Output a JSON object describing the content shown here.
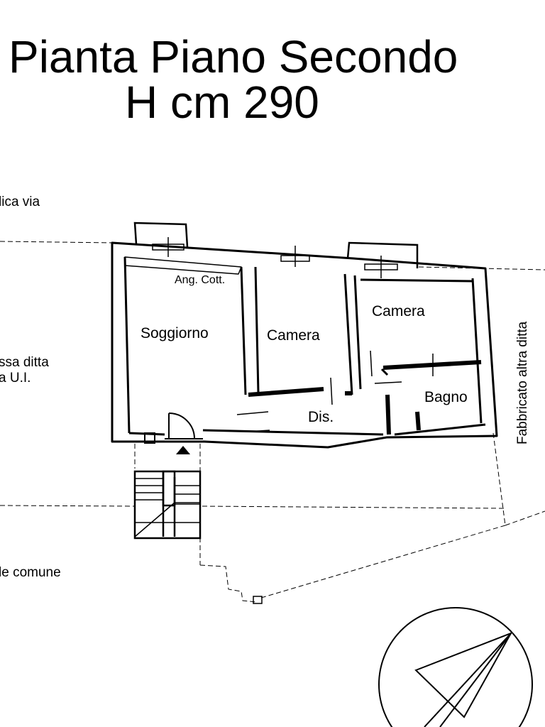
{
  "title": {
    "line1": "Pianta Piano Secondo",
    "line2": "H cm 290"
  },
  "rooms": {
    "ang_cott": "Ang. Cott.",
    "soggiorno": "Soggiorno",
    "camera_center": "Camera",
    "camera_right": "Camera",
    "bagno": "Bagno",
    "dis": "Dis."
  },
  "side_notes": {
    "left_1": "lica via",
    "left_2a": "ssa ditta",
    "left_2b": "a U.I.",
    "left_3": "le comune",
    "right": "Fabbricato altra ditta"
  }
}
